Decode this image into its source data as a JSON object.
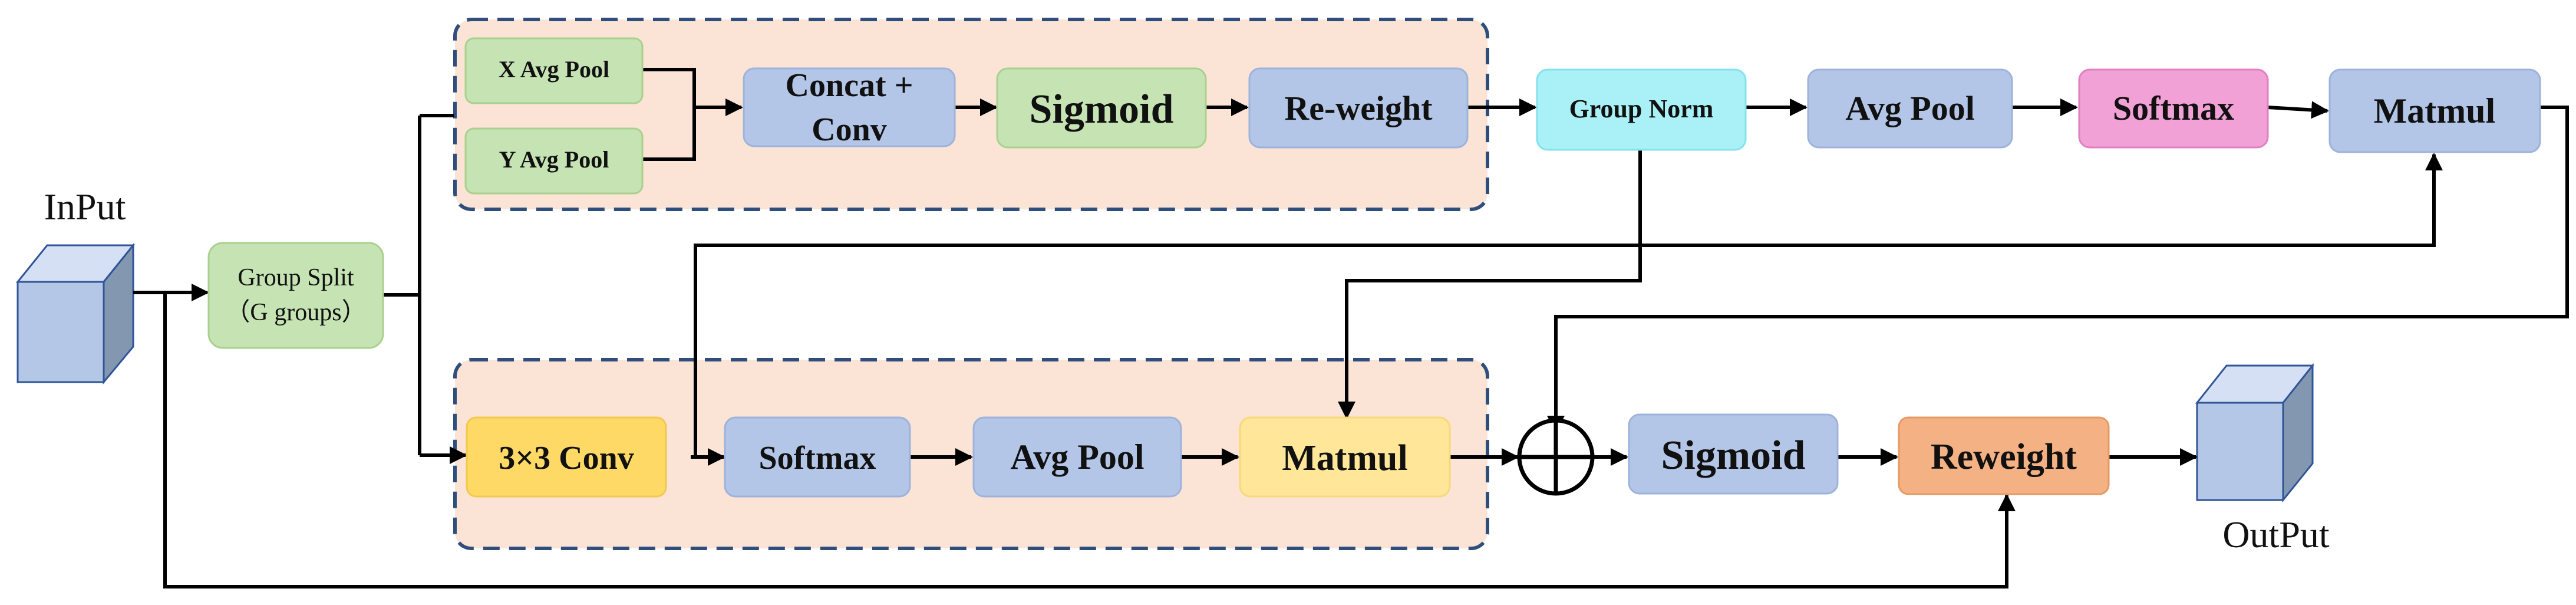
{
  "input_label": "InPut",
  "output_label": "OutPut",
  "group_split": {
    "line1": "Group Split",
    "line2": "（G groups）"
  },
  "top_branch": {
    "x_avg_pool": "X Avg Pool",
    "y_avg_pool": "Y Avg Pool",
    "concat_line1": "Concat +",
    "concat_line2": "Conv",
    "sigmoid": "Sigmoid",
    "reweight": "Re-weight"
  },
  "bottom_branch": {
    "conv3x3": "3×3 Conv",
    "softmax": "Softmax",
    "avg_pool": "Avg Pool",
    "matmul": "Matmul"
  },
  "right_top": {
    "group_norm": "Group Norm",
    "avg_pool": "Avg Pool",
    "softmax": "Softmax",
    "matmul": "Matmul"
  },
  "right_bottom": {
    "sigmoid": "Sigmoid",
    "reweight": "Reweight"
  },
  "colors": {
    "region_fill": "#FBE4D6",
    "region_border": "#2F4E7C",
    "green": "#C6E3B4",
    "blue": "#B4C6E7",
    "cyan": "#A9F0F7",
    "pink": "#F2A1D6",
    "yellow_dark": "#FFD966",
    "yellow_light": "#FFE699",
    "orange": "#F4B183",
    "cube_front": "#B4C7E7",
    "cube_side": "#8497B0"
  }
}
